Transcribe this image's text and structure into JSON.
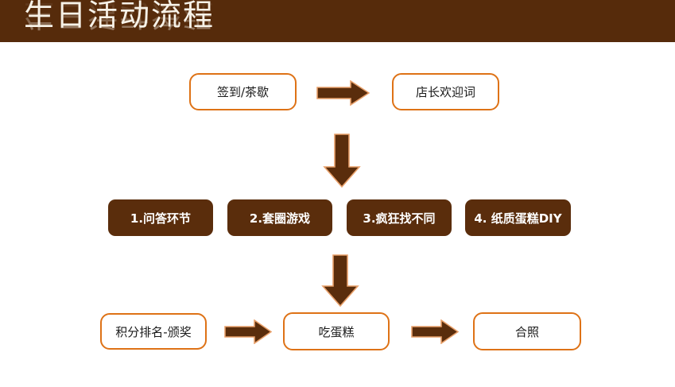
{
  "header": {
    "title": "生日活动流程",
    "bar_color": "#562B0B",
    "title_color": "#F7F2E8"
  },
  "theme": {
    "outline_border_color": "#DE7216",
    "filled_box_color": "#5A2D0C",
    "arrow_fill_color": "#5A2D0C",
    "arrow_outline_color": "#E8A06A",
    "canvas_color": "#FFFFFF"
  },
  "flow": {
    "row1": [
      {
        "id": "signin",
        "label": "签到/茶歇",
        "style": "outline"
      },
      {
        "id": "welcome",
        "label": "店长欢迎词",
        "style": "outline"
      }
    ],
    "row2": [
      {
        "id": "quiz",
        "label": "1.问答环节",
        "style": "filled"
      },
      {
        "id": "ring-toss",
        "label": "2.套圈游戏",
        "style": "filled"
      },
      {
        "id": "spot-difference",
        "label": "3.疯狂找不同",
        "style": "filled"
      },
      {
        "id": "paper-cake-diy",
        "label": "4. 纸质蛋糕DIY",
        "style": "filled"
      }
    ],
    "row3": [
      {
        "id": "ranking-award",
        "label": "积分排名-颁奖",
        "style": "outline"
      },
      {
        "id": "eat-cake",
        "label": "吃蛋糕",
        "style": "outline"
      },
      {
        "id": "group-photo",
        "label": "合照",
        "style": "outline"
      }
    ],
    "arrows": [
      {
        "id": "a1",
        "direction": "right",
        "from": "signin",
        "to": "welcome"
      },
      {
        "id": "a2",
        "direction": "down",
        "from": "row1",
        "to": "row2"
      },
      {
        "id": "a3",
        "direction": "down",
        "from": "row2",
        "to": "row3"
      },
      {
        "id": "a4",
        "direction": "right",
        "from": "ranking-award",
        "to": "eat-cake"
      },
      {
        "id": "a5",
        "direction": "right",
        "from": "eat-cake",
        "to": "group-photo"
      }
    ]
  }
}
